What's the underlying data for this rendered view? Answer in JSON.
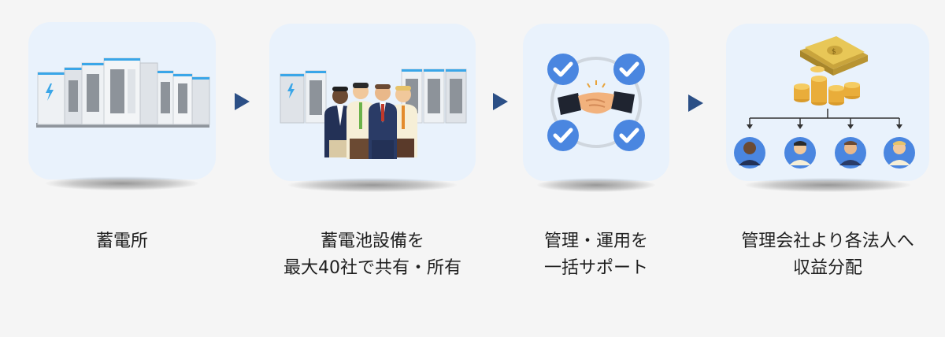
{
  "steps": [
    {
      "lines": [
        "蓄電所"
      ]
    },
    {
      "lines": [
        "蓄電池設備を",
        "最大40社で共有・所有"
      ]
    },
    {
      "lines": [
        "管理・運用を",
        "一括サポート"
      ]
    },
    {
      "lines": [
        "管理会社より各法人へ",
        "収益分配"
      ]
    }
  ],
  "colors": {
    "background": "#f5f5f5",
    "card": "#e9f2fc",
    "arrow": "#2b4f86",
    "check": "#4a86e0",
    "cabinet_accent": "#3aa6e8"
  }
}
